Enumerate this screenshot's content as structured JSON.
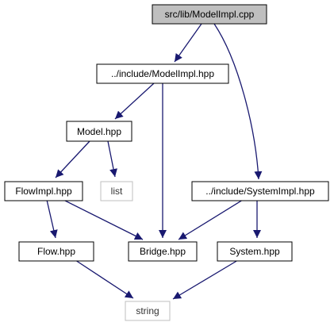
{
  "diagram": {
    "nodes": {
      "modelimpl_cpp": {
        "label": "src/lib/ModelImpl.cpp",
        "kind": "root"
      },
      "modelimpl_hpp": {
        "label": "../include/ModelImpl.hpp",
        "kind": "file"
      },
      "model_hpp": {
        "label": "Model.hpp",
        "kind": "file"
      },
      "list": {
        "label": "list",
        "kind": "external"
      },
      "flowimpl_hpp": {
        "label": "FlowImpl.hpp",
        "kind": "file"
      },
      "systemimpl_hpp": {
        "label": "../include/SystemImpl.hpp",
        "kind": "file"
      },
      "flow_hpp": {
        "label": "Flow.hpp",
        "kind": "file"
      },
      "bridge_hpp": {
        "label": "Bridge.hpp",
        "kind": "file"
      },
      "system_hpp": {
        "label": "System.hpp",
        "kind": "file"
      },
      "string": {
        "label": "string",
        "kind": "external"
      }
    },
    "edges": [
      {
        "from": "modelimpl_cpp",
        "to": "modelimpl_hpp"
      },
      {
        "from": "modelimpl_cpp",
        "to": "systemimpl_hpp"
      },
      {
        "from": "modelimpl_hpp",
        "to": "model_hpp"
      },
      {
        "from": "modelimpl_hpp",
        "to": "bridge_hpp"
      },
      {
        "from": "model_hpp",
        "to": "flowimpl_hpp"
      },
      {
        "from": "model_hpp",
        "to": "list"
      },
      {
        "from": "flowimpl_hpp",
        "to": "flow_hpp"
      },
      {
        "from": "flowimpl_hpp",
        "to": "bridge_hpp"
      },
      {
        "from": "systemimpl_hpp",
        "to": "bridge_hpp"
      },
      {
        "from": "systemimpl_hpp",
        "to": "system_hpp"
      },
      {
        "from": "flow_hpp",
        "to": "string"
      },
      {
        "from": "system_hpp",
        "to": "string"
      }
    ],
    "colors": {
      "root_fill": "#bfbfbf",
      "node_border": "#000000",
      "external_border": "#bfbfbf",
      "edge": "#191970"
    }
  }
}
